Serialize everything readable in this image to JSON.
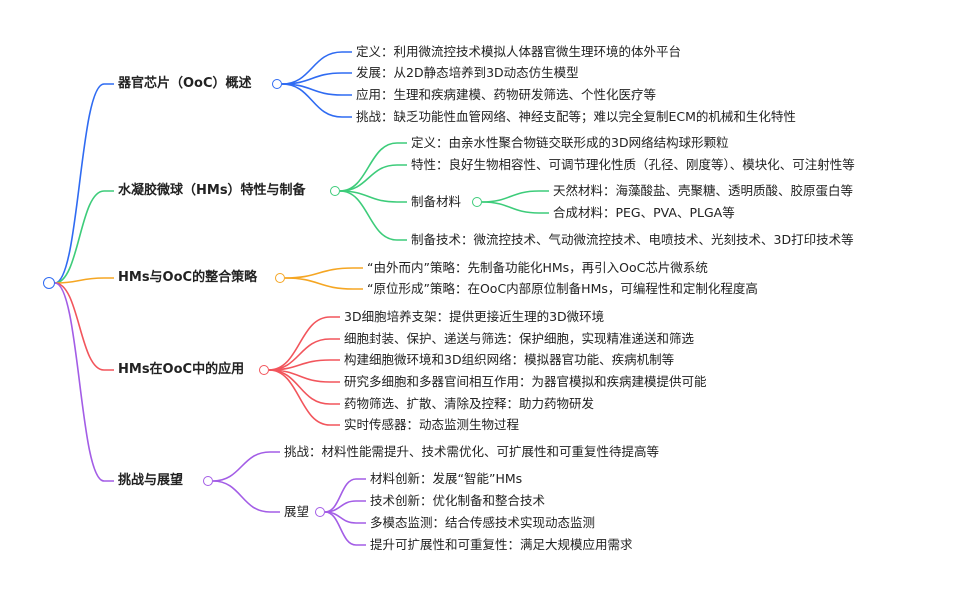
{
  "colors": {
    "blue": "#2f6bf2",
    "green": "#3dcc7a",
    "orange": "#f5a623",
    "red": "#f2555c",
    "purple": "#a35de6",
    "root": "#2f6bf2"
  },
  "b1": {
    "title": "器官芯片（OoC）概述",
    "c": [
      "定义：利用微流控技术模拟人体器官微生理环境的体外平台",
      "发展：从2D静态培养到3D动态仿生模型",
      "应用：生理和疾病建模、药物研发筛选、个性化医疗等",
      "挑战：缺乏功能性血管网络、神经支配等；难以完全复制ECM的机械和生化特性"
    ]
  },
  "b2": {
    "title": "水凝胶微球（HMs）特性与制备",
    "c": [
      "定义：由亲水性聚合物链交联形成的3D网络结构球形颗粒",
      "特性：良好生物相容性、可调节理化性质（孔径、刚度等）、模块化、可注射性等",
      "制备材料",
      "制备技术：微流控技术、气动微流控技术、电喷技术、光刻技术、3D打印技术等"
    ],
    "materials": [
      "天然材料：海藻酸盐、壳聚糖、透明质酸、胶原蛋白等",
      "合成材料：PEG、PVA、PLGA等"
    ]
  },
  "b3": {
    "title": "HMs与OoC的整合策略",
    "c": [
      "“由外而内”策略：先制备功能化HMs，再引入OoC芯片微系统",
      "“原位形成”策略：在OoC内部原位制备HMs，可编程性和定制化程度高"
    ]
  },
  "b4": {
    "title": "HMs在OoC中的应用",
    "c": [
      "3D细胞培养支架：提供更接近生理的3D微环境",
      "细胞封装、保护、递送与筛选：保护细胞，实现精准递送和筛选",
      "构建细胞微环境和3D组织网络：模拟器官功能、疾病机制等",
      "研究多细胞和多器官间相互作用：为器官模拟和疾病建模提供可能",
      "药物筛选、扩散、清除及控释：助力药物研发",
      "实时传感器：动态监测生物过程"
    ]
  },
  "b5": {
    "title": "挑战与展望",
    "c": [
      "挑战：材料性能需提升、技术需优化、可扩展性和可重复性待提高等",
      "展望"
    ],
    "outlook": [
      "材料创新：发展“智能”HMs",
      "技术创新：优化制备和整合技术",
      "多模态监测：结合传感技术实现动态监测",
      "提升可扩展性和可重复性：满足大规模应用需求"
    ]
  }
}
